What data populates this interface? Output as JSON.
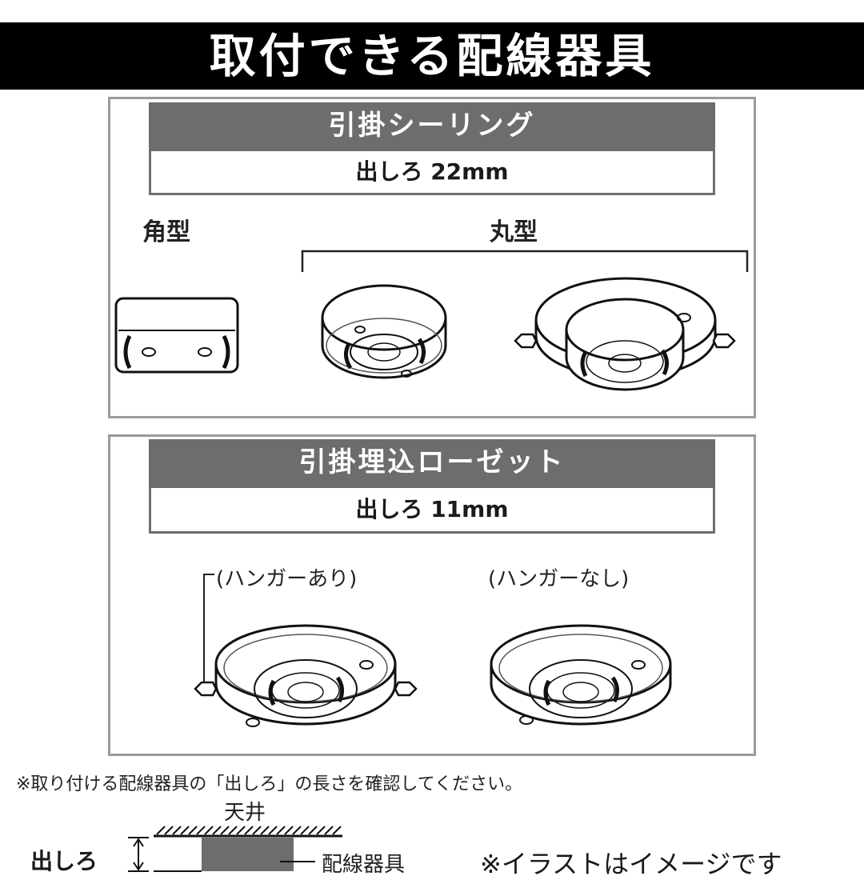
{
  "title": "取付できる配線器具",
  "ceiling": {
    "heading": "引掛シーリング",
    "protrusion": "出しろ 22mm",
    "square_label": "角型",
    "round_label": "丸型"
  },
  "rosette": {
    "heading": "引掛埋込ローゼット",
    "protrusion": "出しろ 11mm",
    "with_hanger_label": "(ハンガーあり)",
    "without_hanger_label": "(ハンガーなし)"
  },
  "footer": {
    "note": "※取り付ける配線器具の「出しろ」の長さを確認してください。",
    "ceiling_label": "天井",
    "protrusion_label": "出しろ",
    "fixture_label": "配線器具",
    "image_note": "※イラストはイメージです"
  }
}
